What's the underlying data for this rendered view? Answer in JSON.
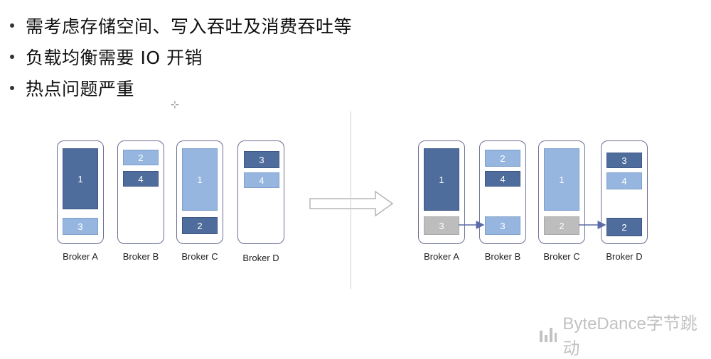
{
  "bullets": [
    "需考虑存储空间、写入吞吐及消费吞吐等",
    "负载均衡需要 IO 开销",
    "热点问题严重"
  ],
  "cursor": "⊹",
  "before": {
    "brokers": [
      {
        "label": "Broker A",
        "blocks": [
          {
            "text": "1",
            "style": "dark"
          },
          {
            "text": "3",
            "style": "light"
          }
        ]
      },
      {
        "label": "Broker B",
        "blocks": [
          {
            "text": "2",
            "style": "light"
          },
          {
            "text": "4",
            "style": "dark"
          }
        ]
      },
      {
        "label": "Broker C",
        "blocks": [
          {
            "text": "1",
            "style": "light"
          },
          {
            "text": "2",
            "style": "dark"
          }
        ]
      },
      {
        "label": "Broker D",
        "blocks": [
          {
            "text": "3",
            "style": "dark"
          },
          {
            "text": "4",
            "style": "light"
          }
        ]
      }
    ]
  },
  "after": {
    "brokers": [
      {
        "label": "Broker A",
        "blocks": [
          {
            "text": "1",
            "style": "dark"
          },
          {
            "text": "3",
            "style": "gray"
          }
        ]
      },
      {
        "label": "Broker B",
        "blocks": [
          {
            "text": "2",
            "style": "light"
          },
          {
            "text": "4",
            "style": "dark"
          },
          {
            "text": "3",
            "style": "light"
          }
        ]
      },
      {
        "label": "Broker C",
        "blocks": [
          {
            "text": "1",
            "style": "light"
          },
          {
            "text": "2",
            "style": "gray"
          }
        ]
      },
      {
        "label": "Broker D",
        "blocks": [
          {
            "text": "3",
            "style": "dark"
          },
          {
            "text": "4",
            "style": "light"
          },
          {
            "text": "2",
            "style": "dark"
          }
        ]
      }
    ]
  },
  "logo": {
    "text": "ByteDance字节跳动",
    "icon": "bytedance-bars-icon",
    "color": "#c2c2c2"
  }
}
